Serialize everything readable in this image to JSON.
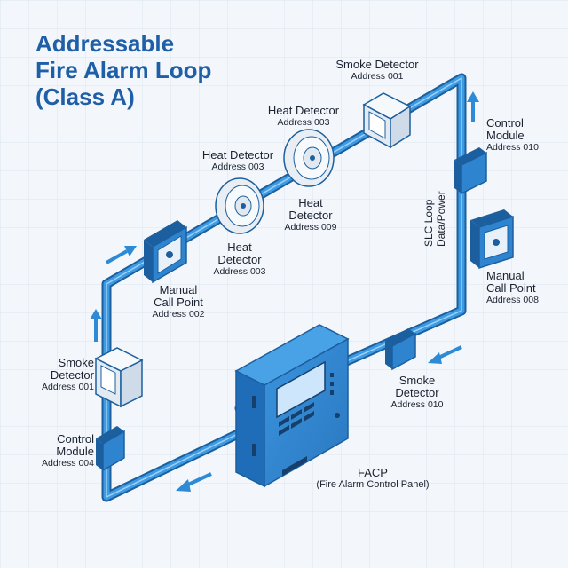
{
  "title": {
    "line1": "Addressable",
    "line2": "Fire Alarm Loop",
    "line3": "(Class A)"
  },
  "loop_label": {
    "line1": "SLC Loop",
    "line2": "Data/Power"
  },
  "colors": {
    "loop": "#2d8ad6",
    "loop_dark": "#1c5f9e",
    "panel": "#2f84d0",
    "device_light": "#e9eef4",
    "title": "#1f5fa8",
    "background": "#f3f7fb"
  },
  "devices": {
    "smoke_top": {
      "name": "Smoke Detector",
      "address": "Address 001"
    },
    "heat_3": {
      "name": "Heat Detector",
      "address": "Address 003"
    },
    "heat_1": {
      "name": "Heat Detector",
      "address": "Address 003"
    },
    "heat_2_line1": "Heat",
    "heat_2_line2": "Detector",
    "heat_2_address": "Address 003",
    "heat_4_line1": "Heat",
    "heat_4_line2": "Detector",
    "heat_4_address": "Address 009",
    "mcp_left_line1": "Manual",
    "mcp_left_line2": "Call Point",
    "mcp_left_address": "Address 002",
    "control_right_line1": "Control",
    "control_right_line2": "Module",
    "control_right_address": "Address 010",
    "mcp_right_line1": "Manual",
    "mcp_right_line2": "Call Point",
    "mcp_right_address": "Address 008",
    "smoke_left_line1": "Smoke",
    "smoke_left_line2": "Detector",
    "smoke_left_address": "Address 001",
    "control_left_line1": "Control",
    "control_left_line2": "Module",
    "control_left_address": "Address 004",
    "smoke_bottom_line1": "Smoke",
    "smoke_bottom_line2": "Detector",
    "smoke_bottom_address": "Address 010",
    "facp_name": "FACP",
    "facp_full": "(Fire Alarm Control Panel)"
  }
}
